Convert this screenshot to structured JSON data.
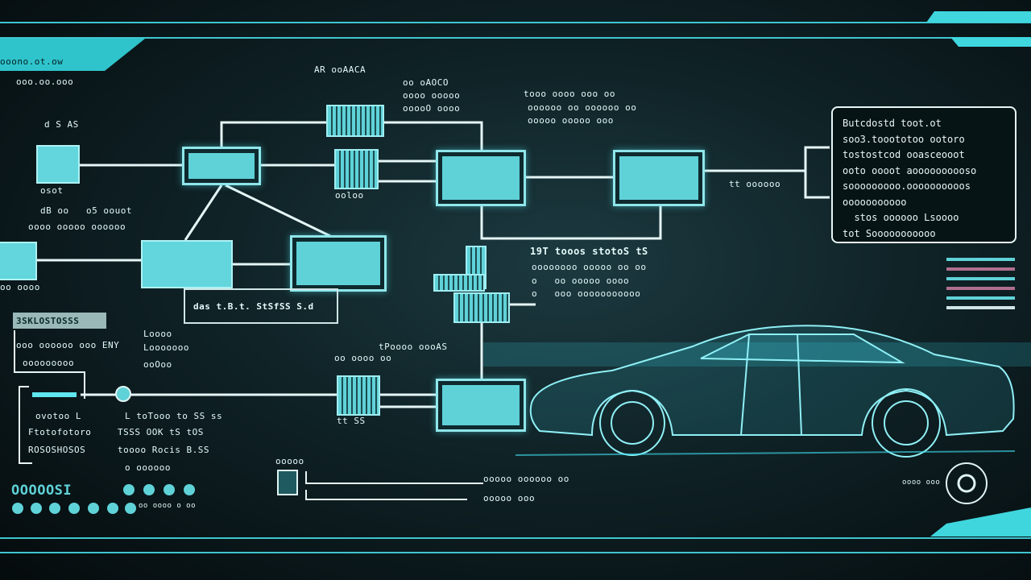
{
  "labels": {
    "top_left": "ooono.ot.ow",
    "top_left_2": "ooo.oo.ooo",
    "box_a_label": "d S AS",
    "box_a_caption": "osot",
    "top_center_1": "AR ooAACA",
    "top_center_2": "oo oAOCO",
    "top_center_3": "oooo ooooo",
    "top_center_4": "ooooO oooo",
    "top_right_1": "tooo oooo ooo oo",
    "top_right_2": "oooooo oo oooooo oo",
    "top_right_3": "ooooo ooooo ooo",
    "grid_c_caption": "ooloo",
    "mid_left_1": "dB oo   o5 oouot",
    "mid_left_2": "oooo ooooo oooooo",
    "box_f_caption": "oo oooo",
    "panel_h_caption": "das t.B.t. StSfSS S.d",
    "status_1": "19T tooos stotoS tS",
    "status_2": "oooooooo ooooo oo oo",
    "status_3": "o   oo ooooo oooo",
    "status_4": "o   ooo ooooooooooo",
    "tag_label": "3SKLOSTOSSS",
    "left_1": "ooo oooooo ooo ENY",
    "left_2": "ooooooooo",
    "left_r1": "Loooo",
    "left_r2": "Looooooo",
    "left_r3": "ooOoo",
    "grid_i_label": "tPoooo oooAS",
    "grid_i_left": "oo oooo oo",
    "grid_i_caption": "tt SS",
    "bottom_1": "ovotoo L",
    "bottom_2": "L toTooo to SS ss",
    "bottom_3": "Ftotofotoro",
    "bottom_4": "TSSS OOK tS tOS",
    "bottom_5": "ROSOSHOSOS",
    "bottom_6": "toooo Rocis B.SS",
    "bottom_7": "o oooooo",
    "dots_label": "OOOOOSI",
    "dots_caption": "oo oooo o oo",
    "bottom_mid_1": "ooooo",
    "bottom_mid_2": "ooooo oooooo oo",
    "bottom_mid_3": "ooooo ooo",
    "right_small": "tt oooooo",
    "right_bottom": "oooo ooo"
  },
  "panel_lines": [
    "Butcdostd toot.ot",
    "soo3.tooototoo ootoro",
    "tostostcod ooasceooot",
    "ooto oooot aoooooooooso",
    "sooooooooo.oooooooooos",
    "ooooooooooo",
    "  stos oooooo Lsoooo",
    "tot Sooooooooooo"
  ],
  "colors": {
    "accent": "#5fd2d8",
    "line": "#e0f4f4",
    "glow": "#3fe0f0",
    "background": "#0f2226"
  }
}
